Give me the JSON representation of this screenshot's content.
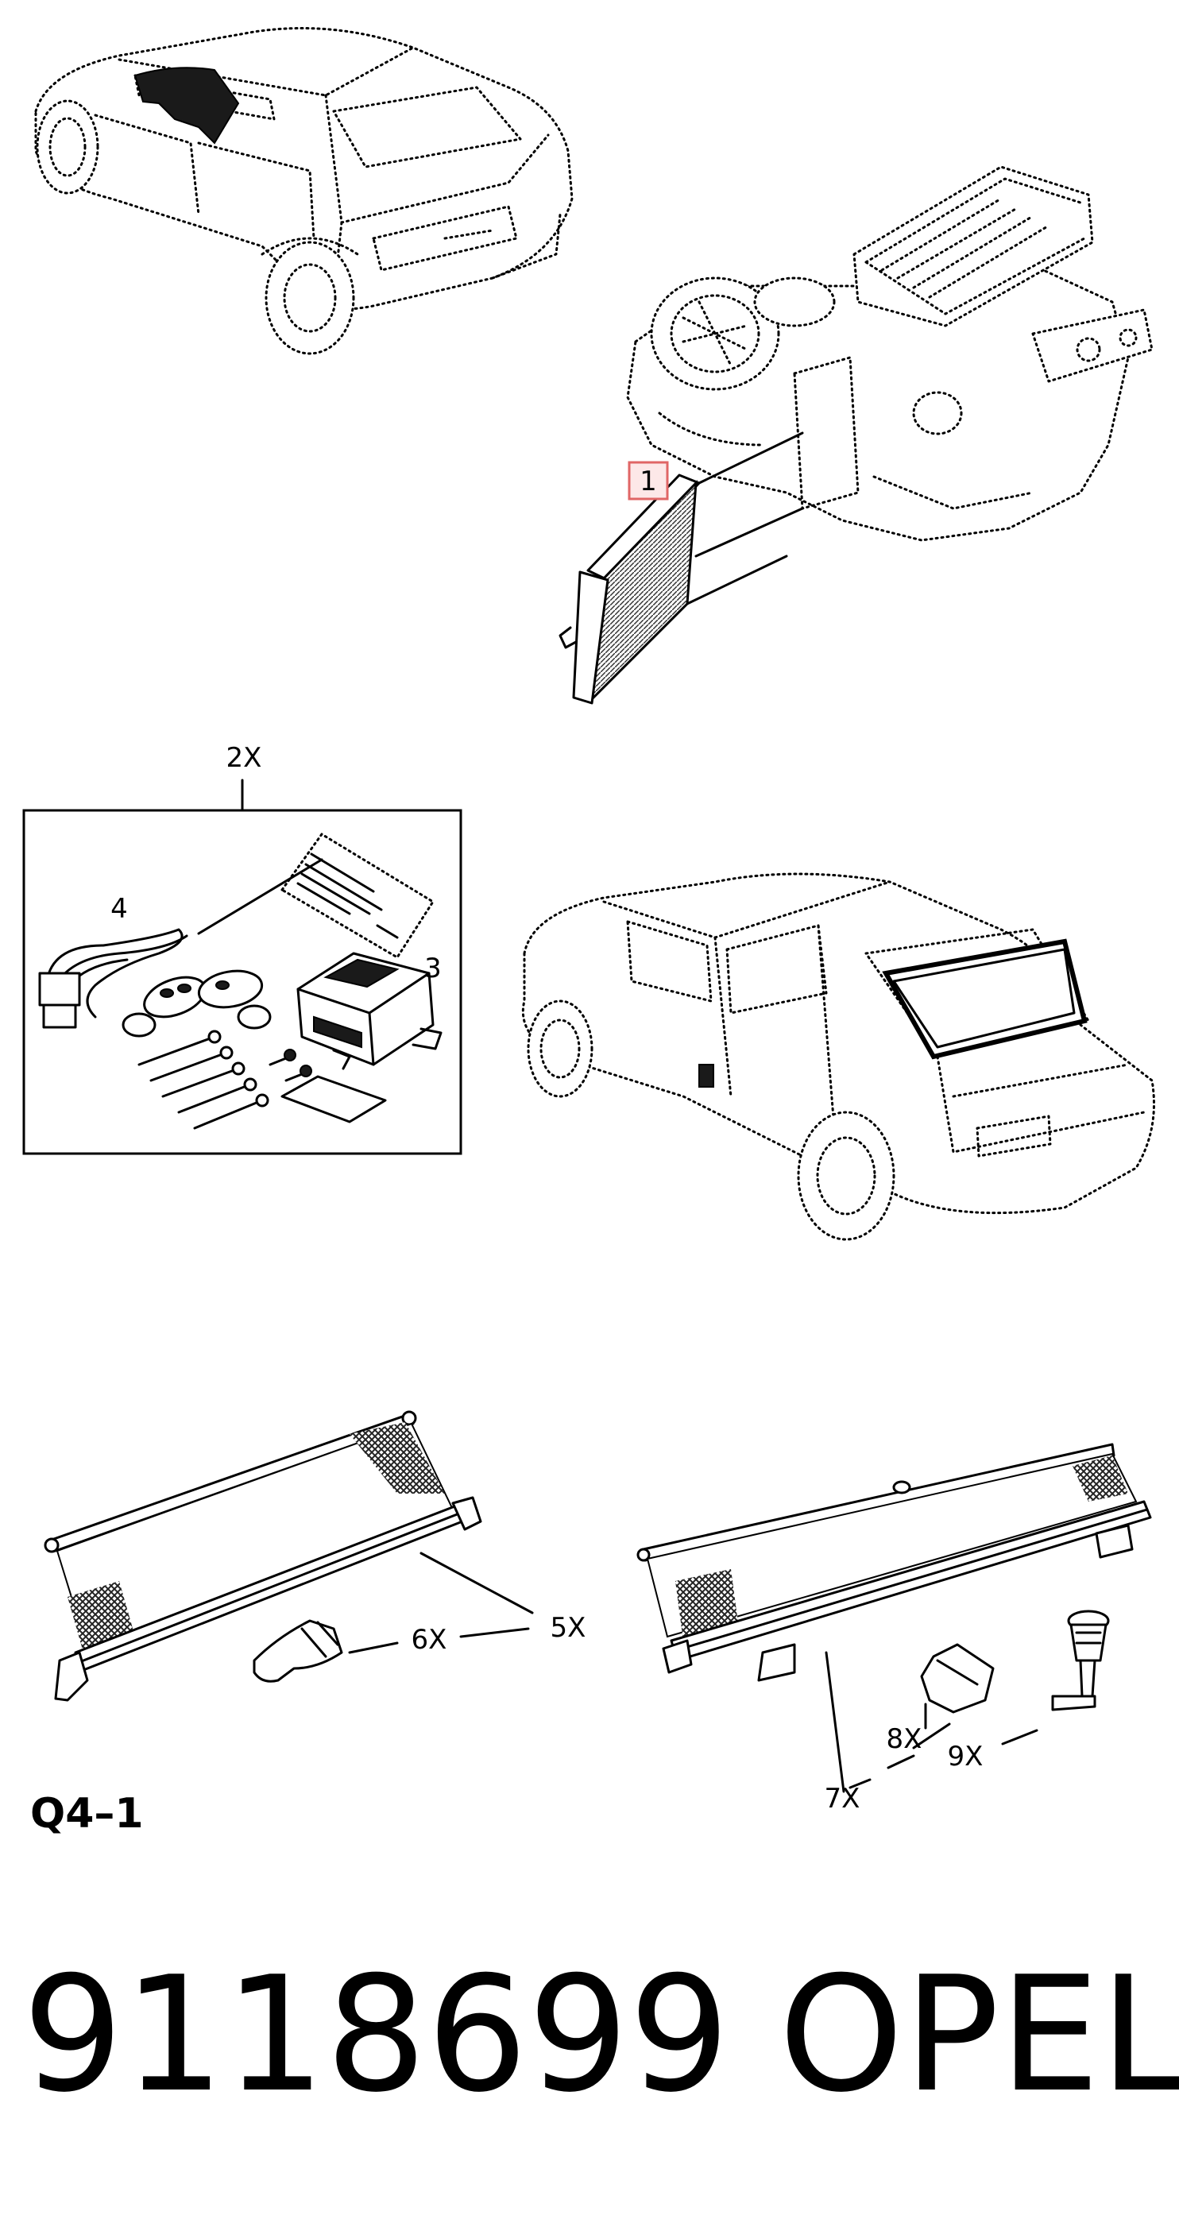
{
  "callouts": {
    "c1": "1",
    "c2x": "2X",
    "c3": "3",
    "c4": "4",
    "c5x": "5X",
    "c6x": "6X",
    "c7x": "7X",
    "c8x": "8X",
    "c9x": "9X"
  },
  "section_code": "Q4–1",
  "part_number": "9118699",
  "brand": "OPEL",
  "colors": {
    "callout_highlight_border": "#e06666",
    "callout_highlight_fill": "#fde8e8",
    "ink": "#000000"
  }
}
